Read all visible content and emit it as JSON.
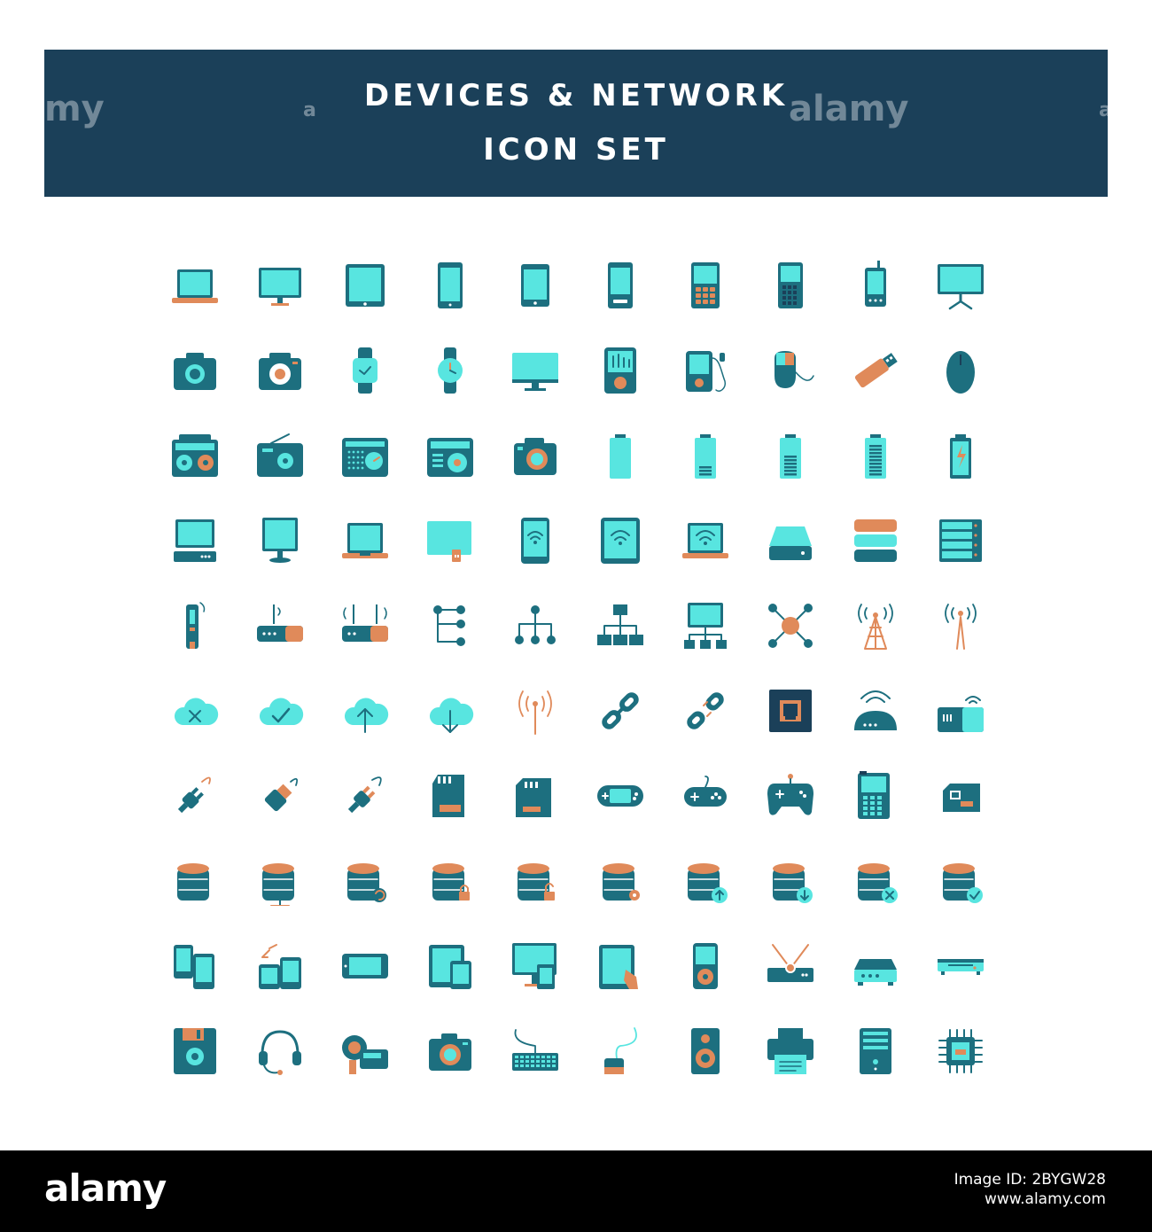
{
  "header": {
    "title_line1": "DEVICES & NETWORK",
    "title_line2": "ICON SET"
  },
  "watermark": {
    "text": "alamy",
    "partial_left": "my",
    "partial_right": "a"
  },
  "footer": {
    "brand": "alamy",
    "image_id_label": "Image ID: 2BYGW28",
    "url": "www.alamy.com"
  },
  "colors": {
    "banner": "#1b4059",
    "dark": "#1b4059",
    "teal": "#1d6f7f",
    "cyan": "#58e5e0",
    "orange": "#e08a5a",
    "white": "#ffffff"
  },
  "icons": [
    "laptop-icon",
    "desktop-monitor-icon",
    "tablet-icon",
    "smartphone-icon",
    "smartphone-landscape-icon",
    "mobile-phone-icon",
    "keypad-phone-icon",
    "feature-phone-icon",
    "walkie-phone-icon",
    "lcd-monitor-stand-icon",
    "camera-icon",
    "photo-camera-icon",
    "smartwatch-icon",
    "analog-watch-icon",
    "widescreen-monitor-icon",
    "mp3-player-icon",
    "music-player-earphone-icon",
    "wired-mouse-icon",
    "usb-flash-drive-icon",
    "wireless-mouse-icon",
    "boombox-icon",
    "radio-icon",
    "vintage-radio-icon",
    "radio-cassette-icon",
    "digital-camera-icon",
    "battery-empty-icon",
    "battery-low-icon",
    "battery-medium-icon",
    "battery-full-icon",
    "battery-charging-icon",
    "desktop-computer-icon",
    "crt-monitor-icon",
    "laptop-computer-icon",
    "smart-tv-usb-icon",
    "phone-wifi-icon",
    "tablet-wifi-icon",
    "laptop-wifi-icon",
    "external-hard-drive-icon",
    "server-stack-icon",
    "server-rack-icon",
    "modem-icon",
    "wifi-router-icon",
    "dual-antenna-router-icon",
    "network-tree-icon",
    "hierarchy-network-icon",
    "org-chart-icon",
    "computer-network-icon",
    "network-hub-icon",
    "transmission-tower-icon",
    "antenna-signal-icon",
    "cloud-error-icon",
    "cloud-check-icon",
    "cloud-upload-icon",
    "cloud-download-icon",
    "broadcast-signal-icon",
    "chain-link-icon",
    "broken-link-icon",
    "ethernet-port-icon",
    "wifi-modem-icon",
    "wifi-device-icon",
    "power-plug-icon",
    "usb-cable-icon",
    "usb-connector-icon",
    "sd-card-icon",
    "memory-card-icon",
    "handheld-gamepad-icon",
    "wired-gamepad-icon",
    "game-controller-icon",
    "calculator-icon",
    "sim-card-icon",
    "database-icon",
    "database-network-icon",
    "database-sync-icon",
    "database-locked-icon",
    "database-unlocked-icon",
    "database-settings-icon",
    "database-upload-icon",
    "database-download-icon",
    "database-delete-icon",
    "database-verified-icon",
    "multiple-devices-icon",
    "device-sync-icon",
    "mobile-landscape-icon",
    "responsive-devices-icon",
    "desktop-and-phone-icon",
    "tablet-touch-icon",
    "ipod-icon",
    "set-top-box-icon",
    "network-switch-icon",
    "dvd-player-icon",
    "floppy-disk-icon",
    "headset-icon",
    "video-camera-icon",
    "compact-camera-icon",
    "keyboard-icon",
    "cable-mouse-icon",
    "speaker-icon",
    "printer-icon",
    "pc-tower-icon",
    "cpu-chip-icon"
  ]
}
